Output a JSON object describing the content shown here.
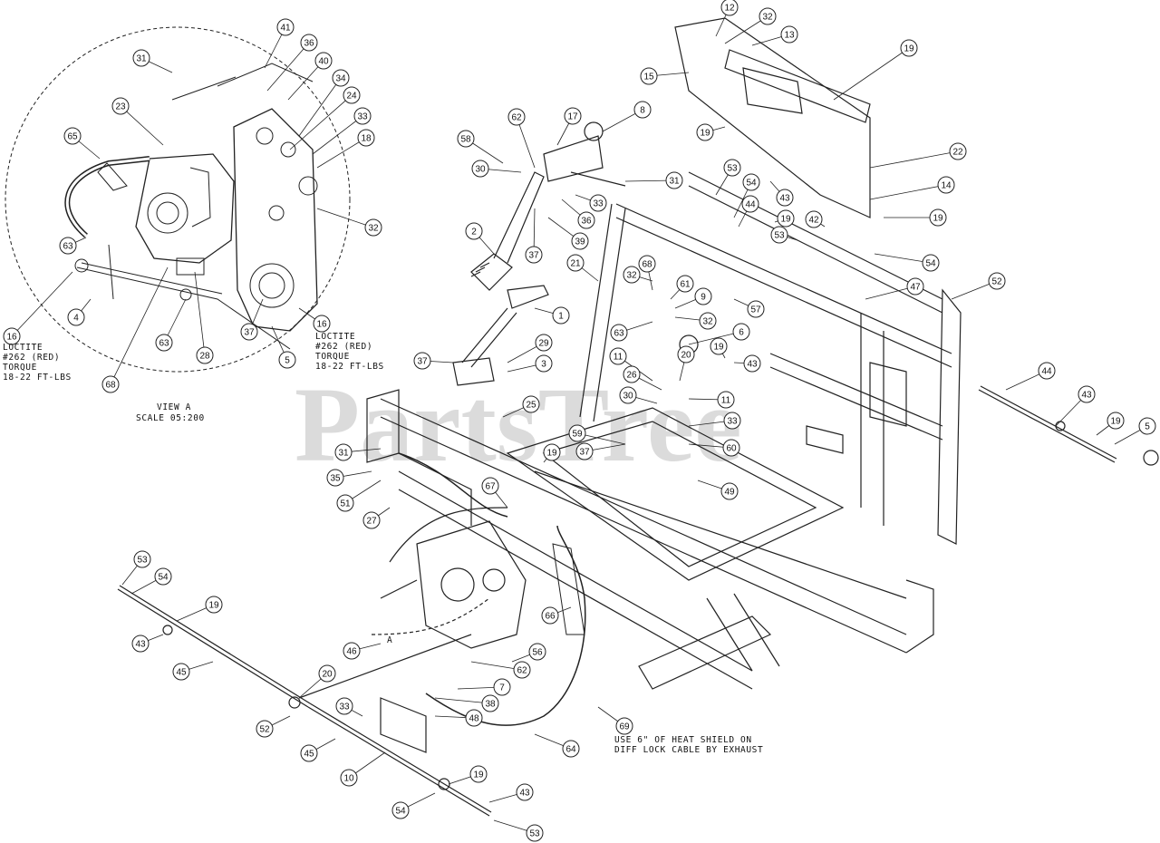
{
  "watermark": "PartsTree",
  "view_label": [
    "VIEW A",
    "SCALE 05:200"
  ],
  "detail_letter": "A",
  "notes": {
    "loctite_a": [
      "LOCTITE",
      "#262 (RED)",
      "TORQUE",
      "18-22 FT-LBS"
    ],
    "loctite_b": [
      "LOCTITE",
      "#262 (RED)",
      "TORQUE",
      "18-22 FT-LBS"
    ],
    "heat_shield": [
      "USE 6\" OF HEAT SHIELD ON",
      "DIFF LOCK CABLE BY EXHAUST"
    ]
  },
  "callouts": [
    {
      "n": "41"
    },
    {
      "n": "36"
    },
    {
      "n": "31"
    },
    {
      "n": "40"
    },
    {
      "n": "34"
    },
    {
      "n": "24"
    },
    {
      "n": "23"
    },
    {
      "n": "33"
    },
    {
      "n": "65"
    },
    {
      "n": "18"
    },
    {
      "n": "32"
    },
    {
      "n": "63"
    },
    {
      "n": "16"
    },
    {
      "n": "4"
    },
    {
      "n": "63"
    },
    {
      "n": "28"
    },
    {
      "n": "37"
    },
    {
      "n": "5"
    },
    {
      "n": "16"
    },
    {
      "n": "68"
    },
    {
      "n": "12"
    },
    {
      "n": "32"
    },
    {
      "n": "13"
    },
    {
      "n": "19"
    },
    {
      "n": "15"
    },
    {
      "n": "8"
    },
    {
      "n": "17"
    },
    {
      "n": "62"
    },
    {
      "n": "58"
    },
    {
      "n": "19"
    },
    {
      "n": "22"
    },
    {
      "n": "30"
    },
    {
      "n": "31"
    },
    {
      "n": "53"
    },
    {
      "n": "14"
    },
    {
      "n": "54"
    },
    {
      "n": "33"
    },
    {
      "n": "43"
    },
    {
      "n": "44"
    },
    {
      "n": "19"
    },
    {
      "n": "42"
    },
    {
      "n": "19"
    },
    {
      "n": "36"
    },
    {
      "n": "2"
    },
    {
      "n": "53"
    },
    {
      "n": "37"
    },
    {
      "n": "39"
    },
    {
      "n": "54"
    },
    {
      "n": "21"
    },
    {
      "n": "32"
    },
    {
      "n": "68"
    },
    {
      "n": "52"
    },
    {
      "n": "61"
    },
    {
      "n": "47"
    },
    {
      "n": "9"
    },
    {
      "n": "57"
    },
    {
      "n": "1"
    },
    {
      "n": "32"
    },
    {
      "n": "63"
    },
    {
      "n": "6"
    },
    {
      "n": "29"
    },
    {
      "n": "20"
    },
    {
      "n": "19"
    },
    {
      "n": "37"
    },
    {
      "n": "3"
    },
    {
      "n": "11"
    },
    {
      "n": "43"
    },
    {
      "n": "44"
    },
    {
      "n": "26"
    },
    {
      "n": "30"
    },
    {
      "n": "11"
    },
    {
      "n": "43"
    },
    {
      "n": "19"
    },
    {
      "n": "25"
    },
    {
      "n": "33"
    },
    {
      "n": "5"
    },
    {
      "n": "59"
    },
    {
      "n": "31"
    },
    {
      "n": "19"
    },
    {
      "n": "37"
    },
    {
      "n": "60"
    },
    {
      "n": "35"
    },
    {
      "n": "49"
    },
    {
      "n": "67"
    },
    {
      "n": "51"
    },
    {
      "n": "27"
    },
    {
      "n": "53"
    },
    {
      "n": "54"
    },
    {
      "n": "19"
    },
    {
      "n": "43"
    },
    {
      "n": "66"
    },
    {
      "n": "46"
    },
    {
      "n": "56"
    },
    {
      "n": "45"
    },
    {
      "n": "20"
    },
    {
      "n": "62"
    },
    {
      "n": "7"
    },
    {
      "n": "38"
    },
    {
      "n": "33"
    },
    {
      "n": "48"
    },
    {
      "n": "52"
    },
    {
      "n": "69"
    },
    {
      "n": "45"
    },
    {
      "n": "64"
    },
    {
      "n": "10"
    },
    {
      "n": "19"
    },
    {
      "n": "54"
    },
    {
      "n": "43"
    },
    {
      "n": "53"
    }
  ]
}
